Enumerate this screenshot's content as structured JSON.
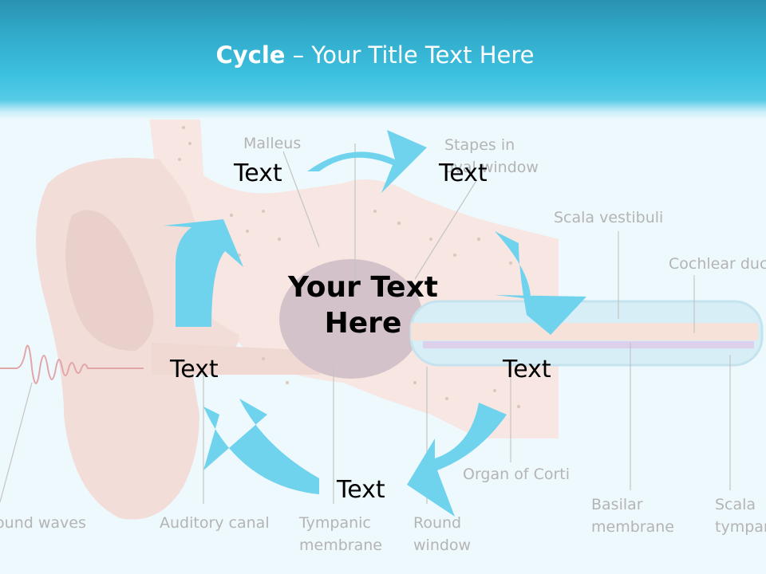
{
  "title": {
    "bold": "Cycle",
    "rest": " – Your Title Text Here"
  },
  "center_text": {
    "line1": "Your Text",
    "line2": "Here"
  },
  "cycle_items": [
    "Text",
    "Text",
    "Text",
    "Text",
    "Text"
  ],
  "ear_labels": {
    "malleus": "Malleus",
    "stapes_1": "Stapes in",
    "stapes_2": "oval window",
    "scala_vestibuli": "Scala vestibuli",
    "cochlear_duct": "Cochlear duct",
    "organ_of_corti": "Organ of Corti",
    "sound_waves": "Sound waves",
    "auditory_canal": "Auditory canal",
    "tympanic_1": "Tympanic",
    "tympanic_2": "membrane",
    "round_1": "Round",
    "round_2": "window",
    "basilar_1": "Basilar",
    "basilar_2": "membrane",
    "scala_tympani_1": "Scala",
    "scala_tympani_2": "tympani"
  },
  "colors": {
    "header": "#3dc1e0",
    "arrow": "#6fd3ee",
    "background": "#eef9fd"
  }
}
